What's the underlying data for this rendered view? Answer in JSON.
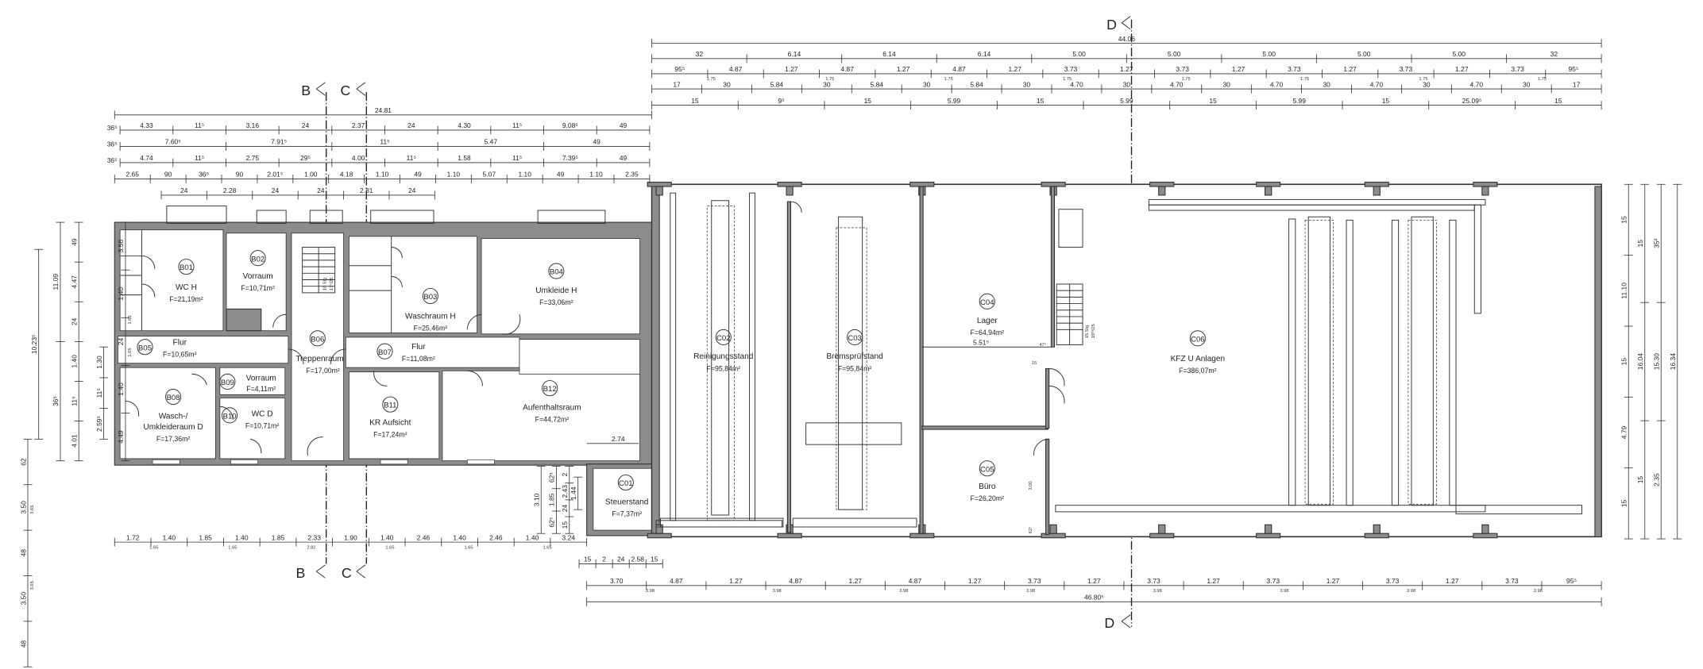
{
  "plan": {
    "rooms": [
      {
        "id": "B01",
        "name": "WC H",
        "area": "F=21,19m²"
      },
      {
        "id": "B02",
        "name": "Vorraum",
        "area": "F=10,71m²"
      },
      {
        "id": "B03",
        "name": "Waschraum H",
        "area": "F=25,46m²"
      },
      {
        "id": "B04",
        "name": "Umkleide H",
        "area": "F=33,06m²"
      },
      {
        "id": "B05",
        "name": "Flur",
        "area": "F=10,65m²"
      },
      {
        "id": "B06",
        "name": "Treppenraum",
        "area": "F=17,00m²"
      },
      {
        "id": "B07",
        "name": "Flur",
        "area": "F=11,08m²"
      },
      {
        "id": "B08",
        "name": "Wasch-/",
        "name2": "Umkleideraum D",
        "area": "F=17,36m²"
      },
      {
        "id": "B09",
        "name": "Vorraum",
        "area": "F=4,11m²"
      },
      {
        "id": "B10",
        "name": "WC D",
        "area": "F=10,71m²"
      },
      {
        "id": "B11",
        "name": "KR Aufsicht",
        "area": "F=17,24m²"
      },
      {
        "id": "B12",
        "name": "Aufenthaltsraum",
        "area": "F=44,72m²"
      },
      {
        "id": "C01",
        "name": "Steuerstand",
        "area": "F=7,37m²"
      },
      {
        "id": "C02",
        "name": "Reinigungsstand",
        "area": "F=95,84m²"
      },
      {
        "id": "C03",
        "name": "Bremsprüfstand",
        "area": "F=95,84m²"
      },
      {
        "id": "C04",
        "name": "Lager",
        "area": "F=64,94m²"
      },
      {
        "id": "C05",
        "name": "Büro",
        "area": "F=26,20m²"
      },
      {
        "id": "C06",
        "name": "KFZ U Anlagen",
        "area": "F=386,07m²"
      }
    ],
    "stairs": {
      "b06": {
        "steps": "10 Stg",
        "ratio": "17⁵/26"
      },
      "c04": {
        "steps": "15 Stg",
        "ratio": "18³³/25"
      }
    },
    "notes": {
      "c04_width": "5.51⁵",
      "c04_47": "47⁵",
      "c04_15": "15",
      "b12_dim": "2.74",
      "c05_door": "3.00",
      "c05_sill": "62⁵"
    },
    "sections": {
      "b": "B",
      "c": "C",
      "d": "D"
    }
  },
  "dims": {
    "top_left": [
      [
        "24.81"
      ],
      [
        "4.33",
        "11⁵",
        "3.16",
        "24",
        "2.37",
        "24",
        "4.30",
        "11⁵",
        "9.08⁵",
        "49"
      ],
      [
        "7.60⁵",
        "7.91⁵",
        "11⁵",
        "5.47",
        "49"
      ],
      [
        "4.74",
        "11⁵",
        "2.75",
        "29⁵",
        "4.00",
        "11⁵",
        "1.58",
        "11⁵",
        "7.39⁵",
        "49"
      ],
      [
        "2.65",
        "90",
        "36⁵",
        "90",
        "2.01⁵",
        "1.00",
        "4.18",
        "1.10",
        "49",
        "1.10",
        "5.07",
        "1.10",
        "49",
        "1.10",
        "2.35"
      ],
      [
        "24",
        "2.28",
        "24",
        "24",
        "2.81",
        "24"
      ]
    ],
    "top_left_margin": [
      "36⁵",
      "36⁵",
      "36⁵"
    ],
    "top_right": [
      [
        "44.06"
      ],
      [
        "32",
        "6.14",
        "6.14",
        "6.14",
        "5.00",
        "5.00",
        "5.00",
        "5.00",
        "5.00",
        "32"
      ],
      [
        "95⁵",
        "4.87",
        "1.27",
        "4.87",
        "1.27",
        "4.87",
        "1.27",
        "3.73",
        "1.27",
        "3.73",
        "1.27",
        "3.73",
        "1.27",
        "3.73",
        "1.27",
        "3.73",
        "95⁵"
      ],
      [
        "17",
        "30",
        "5.84",
        "30",
        "5.84",
        "30",
        "5.84",
        "30",
        "4.70",
        "30",
        "4.70",
        "30",
        "4.70",
        "30",
        "4.70",
        "30",
        "4.70",
        "30",
        "17"
      ],
      [
        "15",
        "9⁵",
        "15",
        "5.99",
        "15",
        "5.99",
        "15",
        "5.99",
        "15",
        "25.09⁵",
        "15"
      ]
    ],
    "top_right_sub": [
      "1.75",
      "1.75",
      "1.75",
      "1.75",
      "1.75",
      "1.75",
      "1.75",
      "1.75"
    ],
    "bottom_left": [
      "1.72",
      "1.40",
      "1.85",
      "1.40",
      "1.85",
      "2.33",
      "1.90",
      "1.40",
      "2.46",
      "1.40",
      "2.46",
      "1.40",
      "3.24"
    ],
    "bottom_left_sub": [
      "1.65",
      "1.65",
      "2.82",
      "1.65",
      "1.65",
      "1.65"
    ],
    "bottom_right": [
      [
        "15",
        "2",
        "24",
        "2.58",
        "15"
      ],
      [
        "3.70",
        "4.87",
        "1.27",
        "4.87",
        "1.27",
        "4.87",
        "1.27",
        "3.73",
        "1.27",
        "3.73",
        "1.27",
        "3.73",
        "1.27",
        "3.73",
        "1.27",
        "3.73",
        "95⁵"
      ],
      [
        "46.80⁵"
      ]
    ],
    "bottom_right_sub": [
      "3.98",
      "3.98",
      "3.98",
      "3.98",
      "3.98",
      "3.98",
      "3.98",
      "3.98"
    ],
    "steuerstand_vertical": [
      [
        "3.10"
      ],
      [
        "62⁵",
        "1.85",
        "62⁵"
      ],
      [
        "2",
        "2.43",
        "24",
        "15"
      ],
      [
        "1.44"
      ]
    ],
    "right_vertical": [
      [
        "15",
        "11.10",
        "15",
        "4.79",
        "15"
      ],
      [
        "15",
        "16.04",
        "15"
      ],
      [
        "35²",
        "15.30",
        "2.35"
      ],
      [
        "16.34"
      ]
    ],
    "left_vertical": [
      [
        "10.23⁵"
      ],
      [
        "11.09",
        "36⁵"
      ],
      [
        "49",
        "4.47",
        "24",
        "1.40",
        "11⁵",
        "4.01"
      ],
      [
        "1.30",
        "11⁵",
        "2.59⁵"
      ],
      [
        "3.56",
        "1.40",
        "24",
        "1.40",
        "4.49"
      ],
      [
        "62",
        "3.50",
        "48",
        "3.50",
        "48"
      ]
    ],
    "left_vertical_sub": [
      "1.65",
      "1.65",
      "3.65",
      "3.65"
    ]
  }
}
